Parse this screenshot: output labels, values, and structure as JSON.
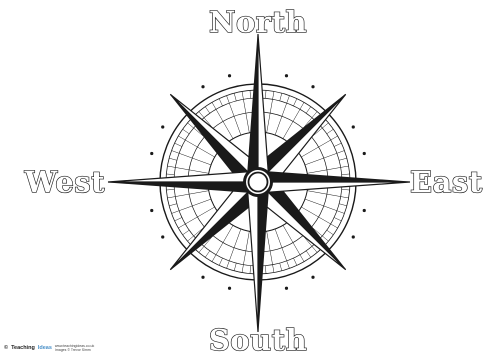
{
  "labels": {
    "north": "North",
    "south": "South",
    "east": "East",
    "west": "West"
  },
  "footer": {
    "brand_prefix": "©",
    "brand_name": "Teaching",
    "brand_accent": "Ideas",
    "site_line_1": "www.teachingideas.co.uk",
    "site_line_2": "Images © Trevor Simm"
  },
  "colors": {
    "ink": "#1a1a1a",
    "background": "#ffffff",
    "brand_accent": "#4a90c8"
  },
  "icons": {
    "compass": "compass-rose-icon"
  }
}
